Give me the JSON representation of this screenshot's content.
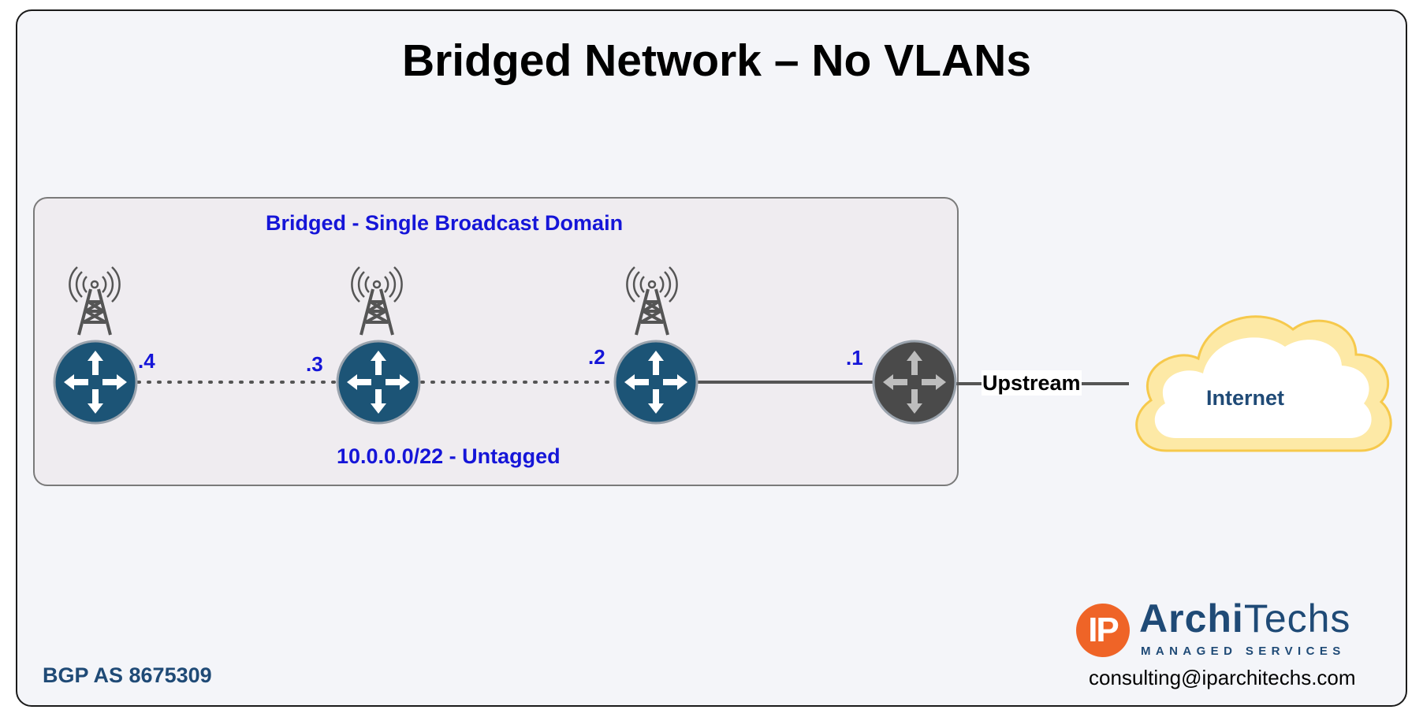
{
  "title": "Bridged Network – No VLANs",
  "domain_label": "Bridged - Single Broadcast Domain",
  "subnet_label": "10.0.0.0/22 - Untagged",
  "nodes": [
    {
      "id": "router-4",
      "ip": ".4",
      "type": "wireless-router",
      "color": "#1c5476"
    },
    {
      "id": "router-3",
      "ip": ".3",
      "type": "wireless-router",
      "color": "#1c5476"
    },
    {
      "id": "router-2",
      "ip": ".2",
      "type": "wireless-router",
      "color": "#1c5476"
    },
    {
      "id": "router-1",
      "ip": ".1",
      "type": "router",
      "color": "#4a4a4a"
    }
  ],
  "links": [
    {
      "from": "router-4",
      "to": "router-3",
      "style": "dotted"
    },
    {
      "from": "router-3",
      "to": "router-2",
      "style": "dotted"
    },
    {
      "from": "router-2",
      "to": "router-1",
      "style": "solid"
    },
    {
      "from": "router-1",
      "to": "internet",
      "style": "solid",
      "label": "Upstream"
    }
  ],
  "upstream_label": "Upstream",
  "internet_label": "Internet",
  "bgp_label": "BGP AS 8675309",
  "logo": {
    "mark": "IP",
    "name_bold": "Archi",
    "name_regular": "Techs",
    "tagline": "MANAGED SERVICES"
  },
  "email": "consulting@iparchitechs.com",
  "colors": {
    "label_blue": "#1515d8",
    "brand_navy": "#1f4a76",
    "brand_orange": "#ef6427",
    "router_blue": "#1c5476",
    "router_gray": "#4a4a4a",
    "cloud_fill": "#ffffff",
    "cloud_stroke": "#f6c94c"
  }
}
